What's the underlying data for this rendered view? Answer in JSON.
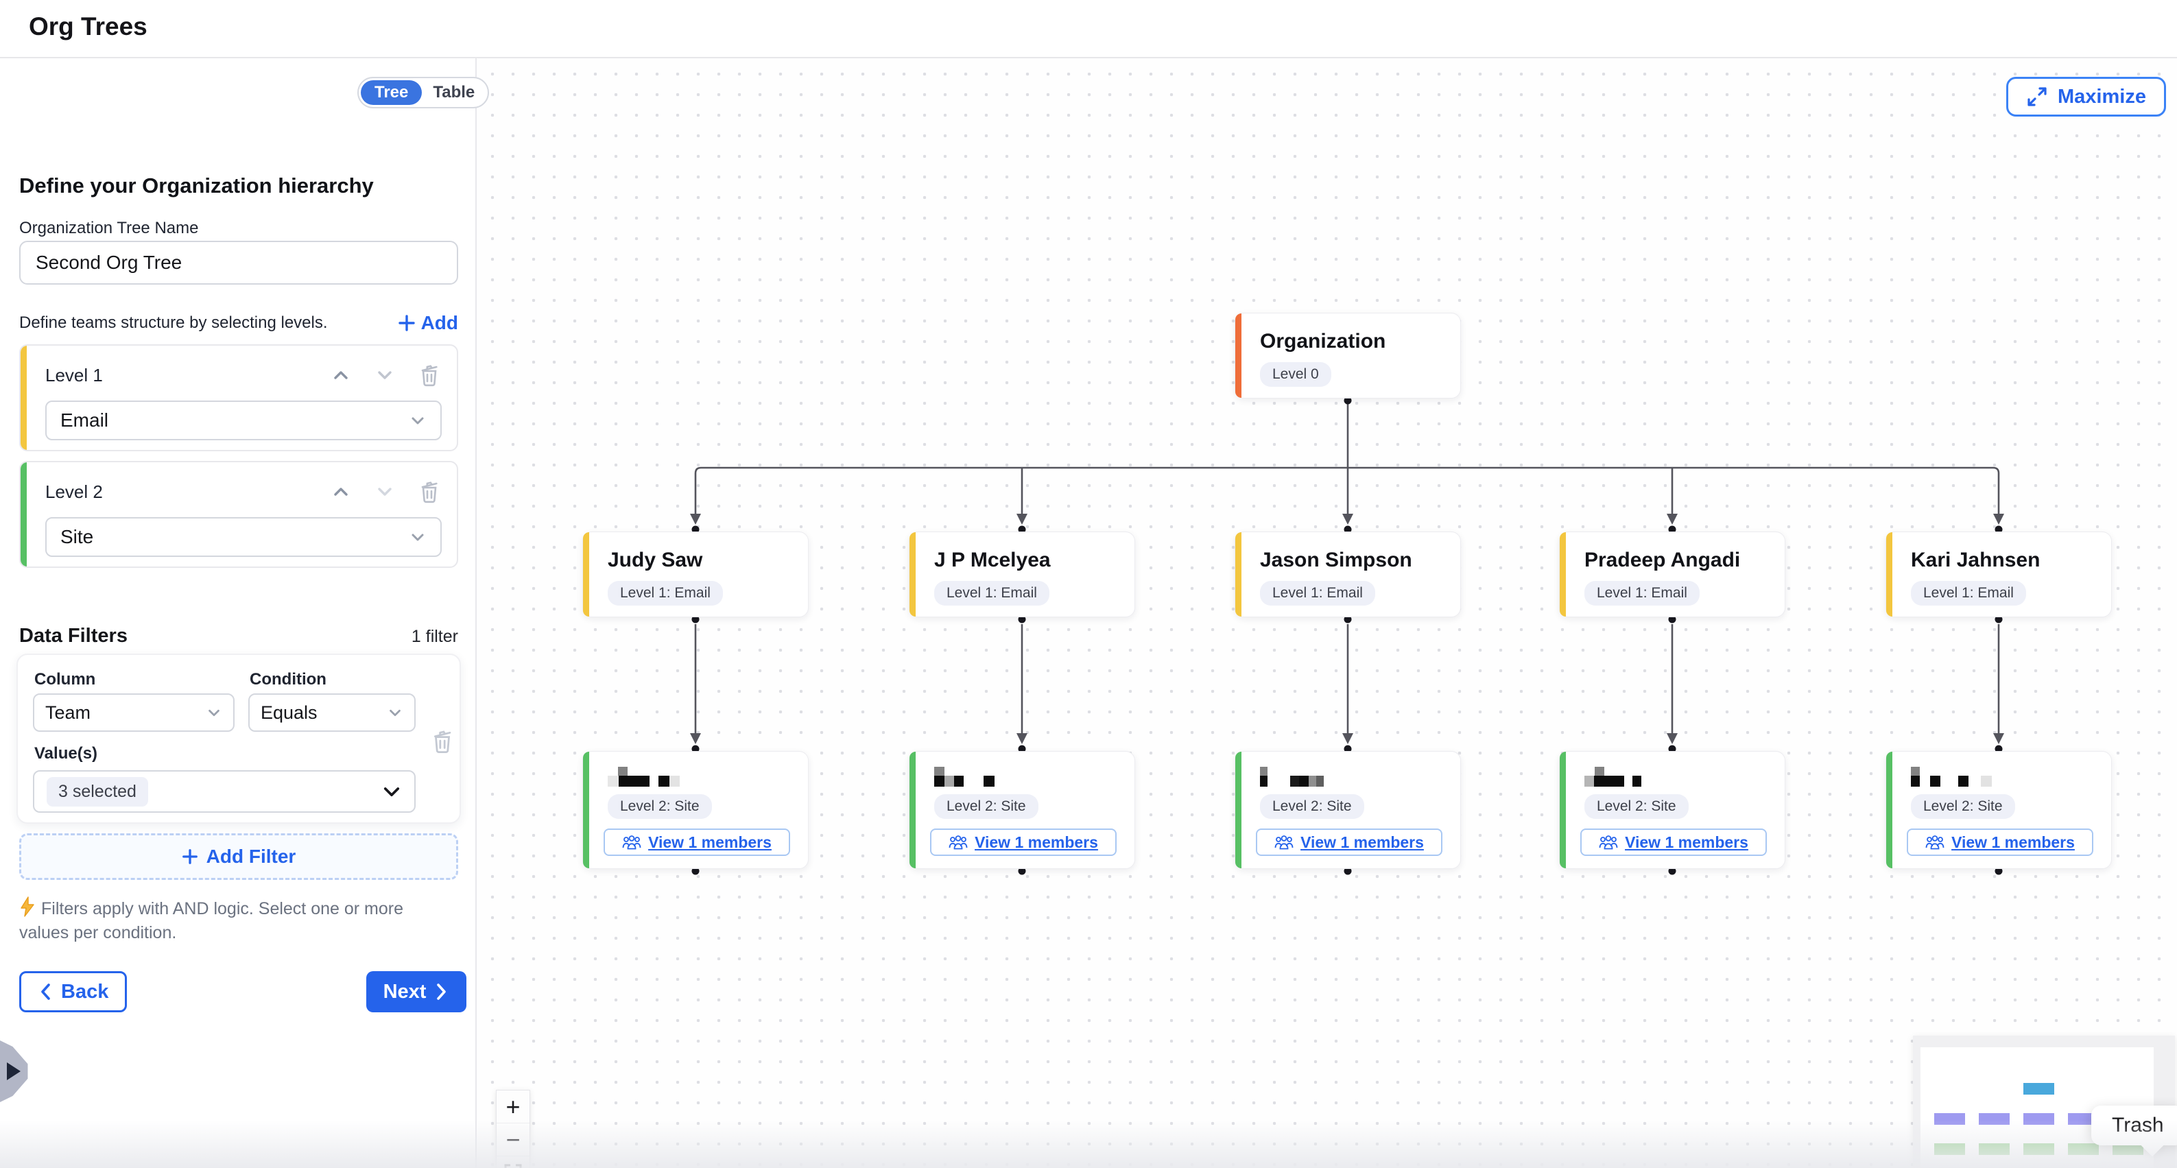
{
  "header": {
    "title": "Org Trees"
  },
  "sidebar": {
    "view_toggle": {
      "tree": "Tree",
      "table": "Table"
    },
    "heading": "Define your Organization hierarchy",
    "tree_name": {
      "label": "Organization Tree Name",
      "value": "Second Org Tree"
    },
    "levels": {
      "instruction": "Define teams structure by selecting levels.",
      "add_label": "Add",
      "items": [
        {
          "label": "Level 1",
          "value": "Email",
          "accent": "#f3c63f"
        },
        {
          "label": "Level 2",
          "value": "Site",
          "accent": "#57c064"
        }
      ]
    },
    "filters": {
      "title": "Data Filters",
      "count_label": "1 filter",
      "column_label": "Column",
      "condition_label": "Condition",
      "values_label": "Value(s)",
      "rows": [
        {
          "column": "Team",
          "condition": "Equals",
          "values": "3 selected"
        }
      ],
      "add_filter_label": "Add Filter",
      "note": "Filters apply with AND logic. Select one or more values per condition."
    },
    "back_label": "Back",
    "next_label": "Next"
  },
  "canvas": {
    "maximize_label": "Maximize",
    "root": {
      "name": "Organization",
      "badge": "Level 0",
      "accent": "#ef6d39"
    },
    "l1_badge": "Level 1: Email",
    "l1_accent": "#f3c63f",
    "l1_nodes": [
      {
        "name": "Judy Saw"
      },
      {
        "name": "J P Mcelyea"
      },
      {
        "name": "Jason Simpson"
      },
      {
        "name": "Pradeep Angadi"
      },
      {
        "name": "Kari Jahnsen"
      }
    ],
    "l2_badge": "Level 2: Site",
    "l2_accent": "#57c064",
    "l2_members_label": "View 1 members",
    "l2_nodes": [
      {
        "cap": {
          "x": 15,
          "w": 14
        },
        "blocks": [
          {
            "w": 16,
            "c": "#e7e7e7"
          },
          {
            "w": 45,
            "c": "#0d0d0d"
          },
          {
            "g": 13
          },
          {
            "w": 16,
            "c": "#0d0d0d"
          },
          {
            "w": 15,
            "c": "#e3e3e3"
          }
        ]
      },
      {
        "cap": {
          "x": 0,
          "w": 15
        },
        "blocks": [
          {
            "w": 15,
            "c": "#0d0d0d"
          },
          {
            "w": 14,
            "c": "#a8a8a8"
          },
          {
            "w": 14,
            "c": "#0d0d0d"
          },
          {
            "g": 29
          },
          {
            "w": 16,
            "c": "#0d0d0d"
          }
        ]
      },
      {
        "cap": {
          "x": 0,
          "w": 11
        },
        "blocks": [
          {
            "w": 11,
            "c": "#0d0d0d"
          },
          {
            "g": 33
          },
          {
            "w": 13,
            "c": "#1a1a1a"
          },
          {
            "w": 14,
            "c": "#0d0d0d"
          },
          {
            "w": 11,
            "c": "#8f8f8f"
          },
          {
            "w": 11,
            "c": "#5f5f5f"
          }
        ]
      },
      {
        "cap": {
          "x": 15,
          "w": 14
        },
        "blocks": [
          {
            "w": 14,
            "c": "#b5b5b5"
          },
          {
            "w": 44,
            "c": "#0d0d0d"
          },
          {
            "g": 12
          },
          {
            "w": 13,
            "c": "#0d0d0d"
          }
        ]
      },
      {
        "cap": {
          "x": 0,
          "w": 13
        },
        "blocks": [
          {
            "w": 13,
            "c": "#0d0d0d"
          },
          {
            "g": 15
          },
          {
            "w": 15,
            "c": "#0d0d0d"
          },
          {
            "g": 26
          },
          {
            "w": 15,
            "c": "#0d0d0d"
          },
          {
            "g": 18
          },
          {
            "w": 16,
            "c": "#e2e2e2"
          }
        ]
      }
    ],
    "zoom_controls": {
      "zoom_in": "+",
      "zoom_out": "−"
    },
    "trash_tooltip": "Trash",
    "minimap": {
      "root_color": "#49a8dc",
      "level1_color": "#9e9af0",
      "level2_color": "#a6d6a1",
      "level1_count": 5,
      "level2_count": 5
    },
    "colors": {
      "accent_blue": "#2563eb",
      "toggle_blue": "#3a74e0",
      "root_orange": "#ef6d39",
      "level1_yellow": "#f3c63f",
      "level2_green": "#57c064",
      "connector": "#54545c",
      "badge_bg": "#eef0f8"
    }
  }
}
